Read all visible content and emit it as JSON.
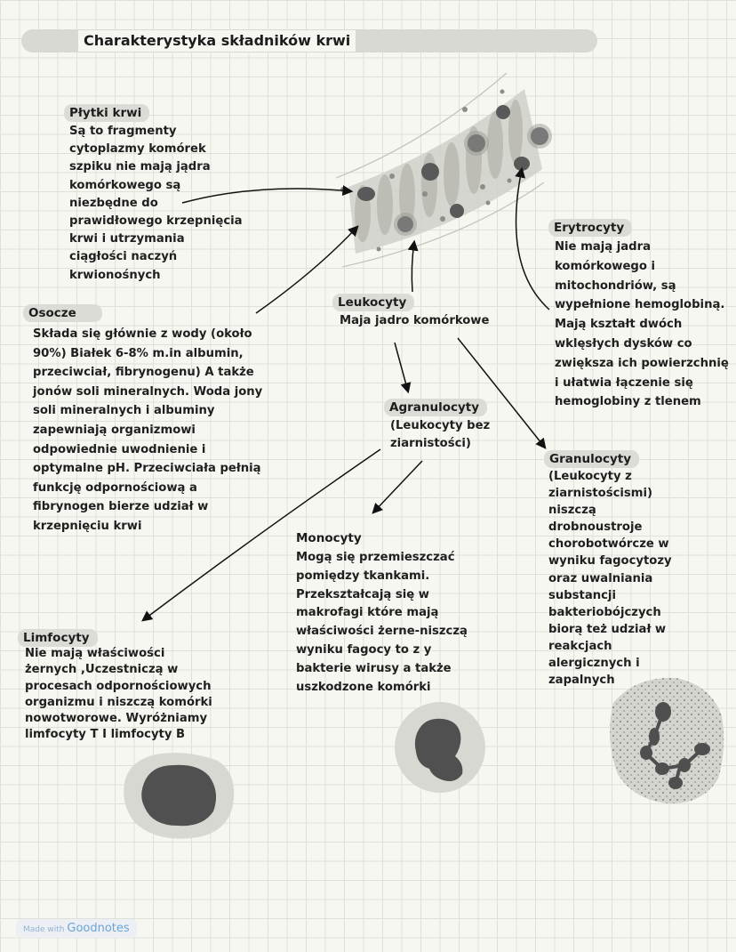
{
  "title": "Charakterystyka składników krwi",
  "sections": {
    "plytki": {
      "heading": "Płytki krwi",
      "text": "Są to fragmenty\ncytoplazmy komórek\nszpiku nie mają jądra\nkomórkowego są\nniezbędne do\nprawidłowego krzepnięcia\nkrwi i utrzymania\nciągłości naczyń\nkrwionośnych"
    },
    "osocze": {
      "heading": "Osocze",
      "text": "Składa się głównie z wody (około\n90%) Białek 6-8% m.in albumin,\nprzeciwciał, fibrynogenu) A także\njonów soli mineralnych. Woda jony\nsoli mineralnych i albuminy\nzapewniają organizmowi\nodpowiednie uwodnienie i\noptymalne pH. Przeciwciała pełnią\nfunkcję odpornościową a\nfibrynogen bierze udział w\nkrzepnięciu krwi"
    },
    "leukocyty": {
      "heading": "Leukocyty",
      "text": "Maja jadro komórkowe"
    },
    "erytrocyty": {
      "heading": "Erytrocyty",
      "text": "Nie mają jadra\nkomórkowego i\nmitochondriów, są\nwypełnione hemoglobiną.\nMają kształt dwóch\nwklęsłych dysków co\nzwiększa ich powierzchnię\ni ułatwia łączenie się\nhemoglobiny z tlenem"
    },
    "agranulocyty": {
      "heading": "Agranulocyty",
      "text": "(Leukocyty bez\nziarnistości)"
    },
    "granulocyty": {
      "heading": "Granulocyty",
      "text": "(Leukocyty z\nziarnistoścismi)\nniszczą\ndrobnoustroje\nchorobotwórcze w\nwyniku fagocytozy\noraz uwalniania\nsubstancji\nbakteriobójczych\nbiorą też udział w\nreakcjach\nalergicznych i\nzapalnych"
    },
    "monocyty": {
      "heading": "Monocyty",
      "text": "Mogą się przemieszczać\npomiędzy tkankami.\nPrzekształcają się w\nmakrofagi które mają\nwłaściwości żerne-niszczą\nwyniku fagocy to z y\nbakterie wirusy a także\nuszkodzone komórki"
    },
    "limfocyty": {
      "heading": "Limfocyty",
      "text": "Nie mają właściwości\nżernych ,Uczestniczą w\nprocesach odpornościowych\norganizmu i niszczą komórki\nnowotworowe. Wyróżniamy\nlimfocyty T I limfocyty B"
    }
  },
  "footer": {
    "made_with": "Made with",
    "brand": "Goodnotes"
  }
}
